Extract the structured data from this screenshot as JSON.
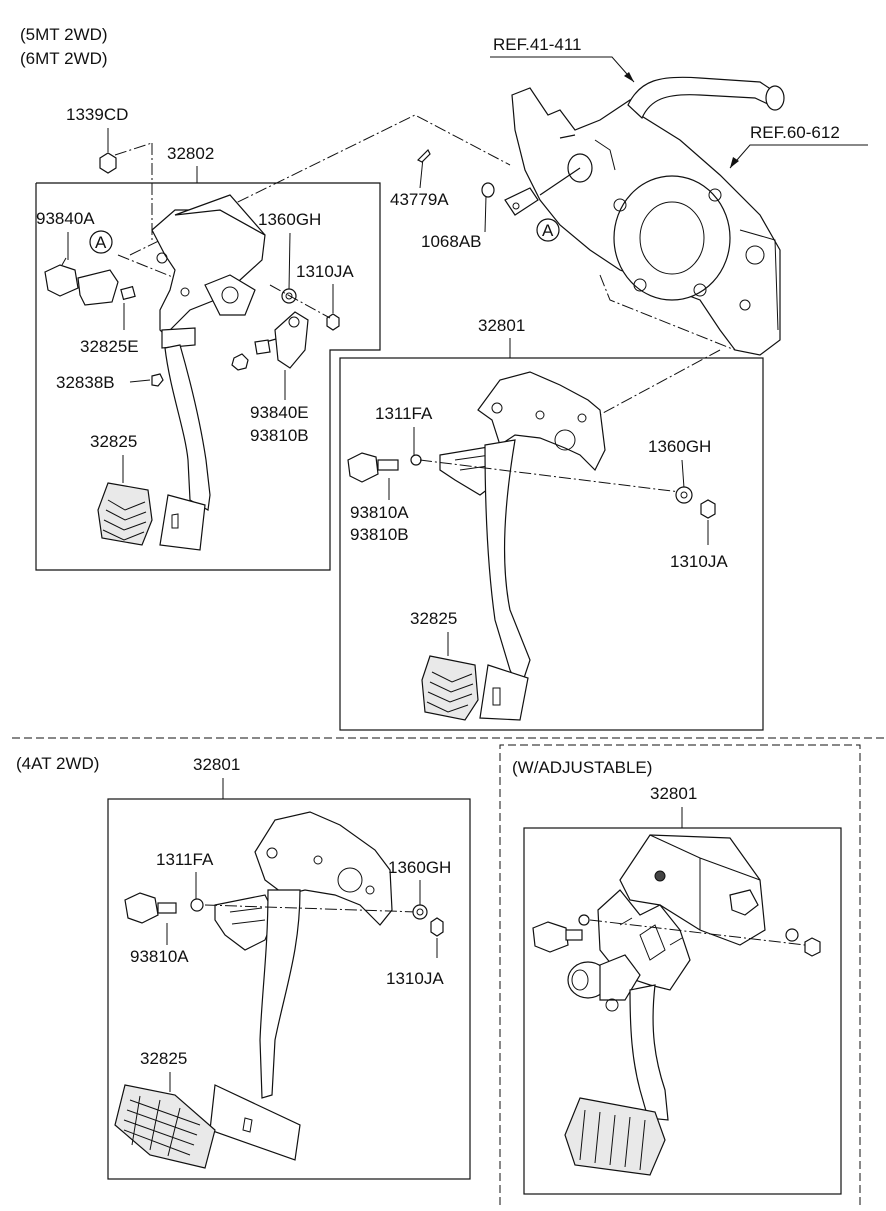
{
  "variants": {
    "mt": [
      "(5MT 2WD)",
      "(6MT 2WD)"
    ],
    "at": "(4AT 2WD)",
    "adj": "(W/ADJUSTABLE)"
  },
  "refs": {
    "ref1": "REF.41-411",
    "ref2": "REF.60-612"
  },
  "callout_a": "A",
  "mt_labels": {
    "p1339cd": "1339CD",
    "p32802": "32802",
    "p93840a": "93840A",
    "p1360gh": "1360GH",
    "p1310ja": "1310JA",
    "p32825e": "32825E",
    "p32838b": "32838B",
    "p93840e": "93840E",
    "p93810b": "93810B",
    "p32825": "32825"
  },
  "top_labels": {
    "p43779a": "43779A",
    "p1068ab": "1068AB"
  },
  "brake_labels": {
    "p32801": "32801",
    "p1311fa": "1311FA",
    "p1360gh": "1360GH",
    "p93810a": "93810A",
    "p93810b": "93810B",
    "p1310ja": "1310JA",
    "p32825": "32825"
  },
  "at_labels": {
    "p32801": "32801",
    "p1311fa": "1311FA",
    "p1360gh": "1360GH",
    "p93810a": "93810A",
    "p1310ja": "1310JA",
    "p32825": "32825"
  },
  "adj_labels": {
    "p32801": "32801"
  }
}
